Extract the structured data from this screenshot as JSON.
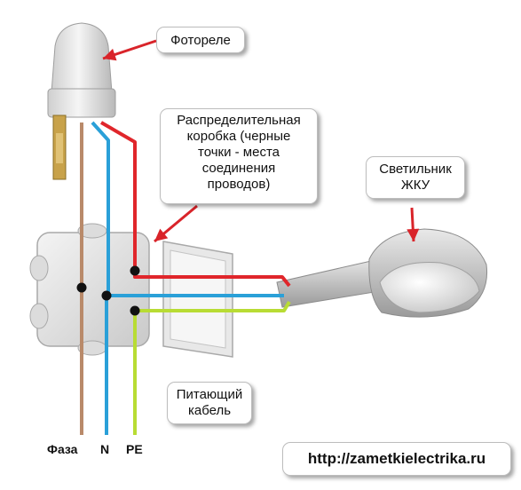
{
  "labels": {
    "photorelay": "Фотореле",
    "junction_box": "Распределительная\nкоробка (черные\nточки - места\nсоединения\nпроводов)",
    "lamp": "Светильник\nЖКУ",
    "supply_cable": "Питающий\nкабель",
    "phase": "Фаза",
    "neutral": "N",
    "ground": "PE",
    "url": "http://zametkielectrika.ru"
  },
  "colors": {
    "phase_wire": "#e0262b",
    "neutral_wire": "#2aa0d8",
    "ground_wire": "#b8dc34",
    "relay_brown_wire": "#b98a6a",
    "arrow": "#d9242a"
  }
}
